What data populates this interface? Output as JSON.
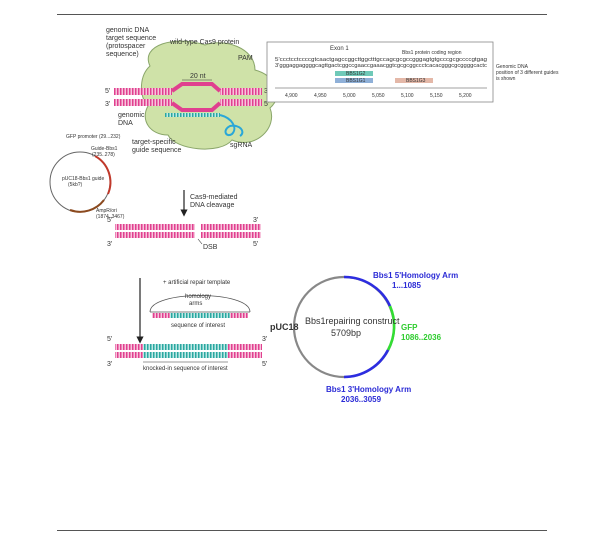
{
  "cas9": {
    "target_seq": [
      "genomic DNA",
      "target sequence",
      "(protospacer",
      "sequence)"
    ],
    "cas9_protein": "wild-type Cas9 protein",
    "pam": "PAM",
    "nt": "20 nt",
    "five": "5'",
    "three": "3'",
    "genomic_dna": [
      "genomic",
      "DNA"
    ],
    "guide": [
      "target-specific",
      "guide sequence"
    ],
    "sgrna": "sgRNA"
  },
  "cleavage": {
    "label": [
      "Cas9-mediated",
      "DNA cleavage"
    ],
    "dsb": "DSB",
    "five": "5'",
    "three": "3'"
  },
  "repair": {
    "template": "+ artificial repair template",
    "homology": [
      "homology",
      "arms"
    ],
    "soi": "sequence of interest",
    "knocked": "knocked-in sequence of interest",
    "five": "5'",
    "three": "3'"
  },
  "small_plasmid": {
    "title": "GFP promoter (29...232)",
    "center": [
      "pUC18-Bbs1 guide",
      "(5kb?)"
    ],
    "marker1": [
      "Guide-Bbs1",
      "(235..278)"
    ],
    "marker2": [
      "AmpR/ori",
      "(1874..3467)"
    ]
  },
  "genomic": {
    "exon": "Exon 1",
    "coding": "Bbs1 protein coding region",
    "seq1": "5'ccctcctccccgtcaactgagccggcttggctttgccagcgcgccgggagtgtgcccgcgccccgtgag",
    "seq2": "3'gggaggaggggcagttgactcggccgaaccgaaacggtcgcgcggccctcacacgggcgcggggcactc",
    "guides": [
      "BBS1G2",
      "BBS1G1",
      "BBS1G3"
    ],
    "ticks": [
      "4,900",
      "4,950",
      "5,000",
      "5,050",
      "5,100",
      "5,150",
      "5,200"
    ],
    "note": [
      "Genomic DNA",
      "position of 3 different guides",
      "is shown"
    ]
  },
  "construct": {
    "backbone": "pUC18",
    "center": [
      "Bbs1repairing construct",
      "5709bp"
    ],
    "arm5": [
      "Bbs1 5'Homology Arm",
      "1...1085"
    ],
    "gfp": [
      "GFP",
      "1086..2036"
    ],
    "arm3": [
      "Bbs1 3'Homology Arm",
      "2036..3059"
    ],
    "colors": {
      "arm": "#2d2de0",
      "gfp": "#33dd33",
      "backbone": "#888888",
      "label_blue": "#2b2bd6",
      "label_green": "#2ecc2e"
    }
  }
}
